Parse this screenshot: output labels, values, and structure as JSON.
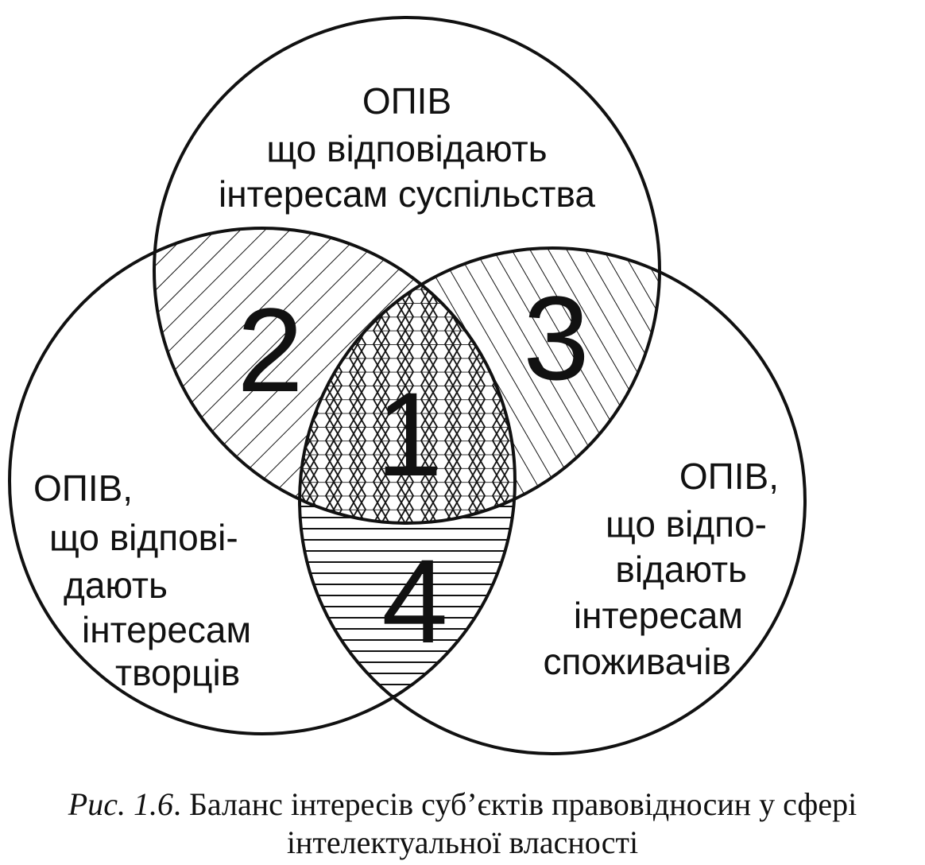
{
  "circles": {
    "society": {
      "lines": [
        "ОПІВ",
        "що відповідають",
        "інтересам суспільства"
      ]
    },
    "creators": {
      "lines": [
        "ОПІВ,",
        "що відпові-",
        "дають",
        "інтересам",
        "творців"
      ]
    },
    "consumers": {
      "lines": [
        "ОПІВ,",
        "що відпо-",
        "відають",
        "інтересам",
        "споживачів"
      ]
    }
  },
  "regions": {
    "r1": "1",
    "r2": "2",
    "r3": "3",
    "r4": "4"
  },
  "caption": {
    "label": "Рис. 1.6",
    "text": ". Баланс інтересів суб’єктів правовідносин у сфері",
    "line2": "інтелектуальної власності"
  },
  "colors": {
    "stroke": "#111111",
    "background": "#ffffff"
  }
}
